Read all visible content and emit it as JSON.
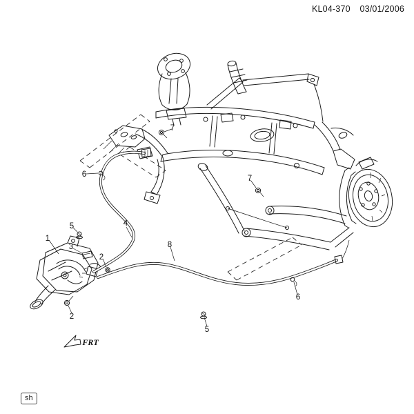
{
  "header": {
    "doc_number": "KL04-370",
    "doc_date": "03/01/2006"
  },
  "footer": {
    "sheet_label": "sh"
  },
  "diagram": {
    "direction_label": "FRT",
    "callouts": [
      "1",
      "2",
      "2",
      "3",
      "4",
      "5",
      "5",
      "6",
      "6",
      "7",
      "7",
      "8"
    ]
  },
  "colors": {
    "line": "#1c1c1c",
    "background": "#ffffff"
  }
}
